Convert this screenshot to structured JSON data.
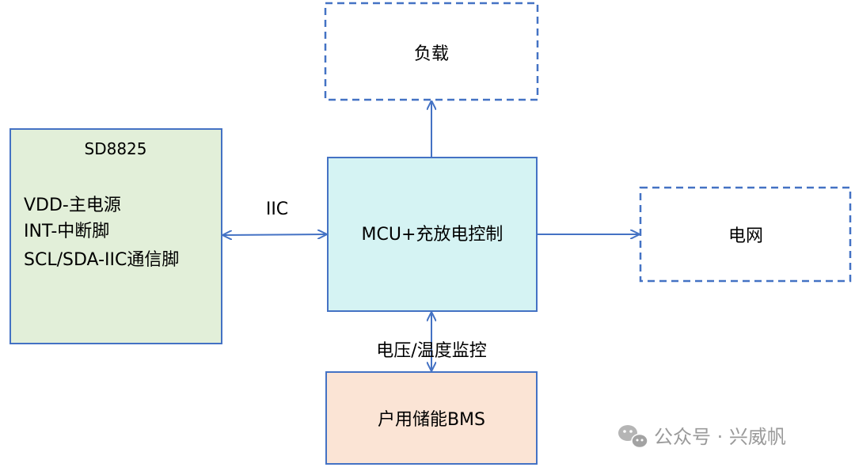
{
  "colors": {
    "box_border": "#4472c4",
    "arrow": "#4472c4",
    "sd8825_fill": "#e2efd9",
    "mcu_fill": "#d5f3f3",
    "bms_fill": "#fbe4d5",
    "dashed_fill": "#ffffff",
    "watermark": "#9a9a9a"
  },
  "nodes": {
    "sd8825": {
      "title": "SD8825",
      "lines": [
        "VDD-主电源",
        "INT-中断脚",
        "SCL/SDA-IIC通信脚"
      ]
    },
    "mcu": {
      "label": "MCU+充放电控制"
    },
    "load": {
      "label": "负载"
    },
    "grid": {
      "label": "电网"
    },
    "bms": {
      "label": "户用储能BMS"
    }
  },
  "edges": [
    {
      "from": "sd8825",
      "to": "mcu",
      "label": "IIC",
      "direction": "bidirectional"
    },
    {
      "from": "mcu",
      "to": "load",
      "label": "",
      "direction": "forward"
    },
    {
      "from": "mcu",
      "to": "grid",
      "label": "",
      "direction": "forward"
    },
    {
      "from": "mcu",
      "to": "bms",
      "label": "电压/温度监控",
      "direction": "bidirectional"
    }
  ],
  "watermark": {
    "icon": "wechat-icon",
    "text": "公众号 · 兴威帆"
  }
}
